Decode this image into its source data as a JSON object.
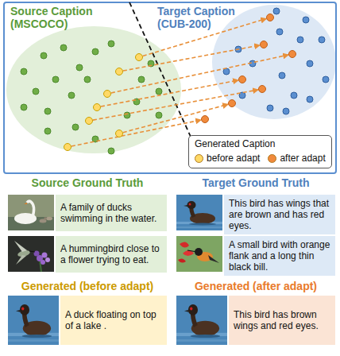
{
  "diagram": {
    "nodes": [
      {
        "text": [
          "Source Caption (MSCOCO)"
        ]
      },
      {
        "text": [
          "Target Caption (CUB-200)"
        ]
      },
      {
        "text": [
          "Generated Caption"
        ]
      },
      {
        "text": [
          "A family of ducks swimming in the water."
        ]
      },
      {
        "text": [
          "This bird has wings that are brown and has red eyes."
        ]
      },
      {
        "text": [
          "A hummingbird close to a flower trying to eat."
        ]
      },
      {
        "text": [
          "A small bird with orange flank and a long thin black bill."
        ]
      },
      {
        "text": [
          "A duck floating on top of a lake ."
        ]
      },
      {
        "text": [
          "This bird has brown wings and red eyes."
        ]
      }
    ],
    "labels": [
      "Source Ground Truth",
      "Target Ground Truth",
      "Generated (before adapt)",
      "Generated (after adapt)"
    ],
    "legend": [
      {
        "text": "before adapt",
        "color": "#ffd966"
      },
      {
        "text": "after adapt",
        "color": "#f08a3c"
      }
    ]
  }
}
